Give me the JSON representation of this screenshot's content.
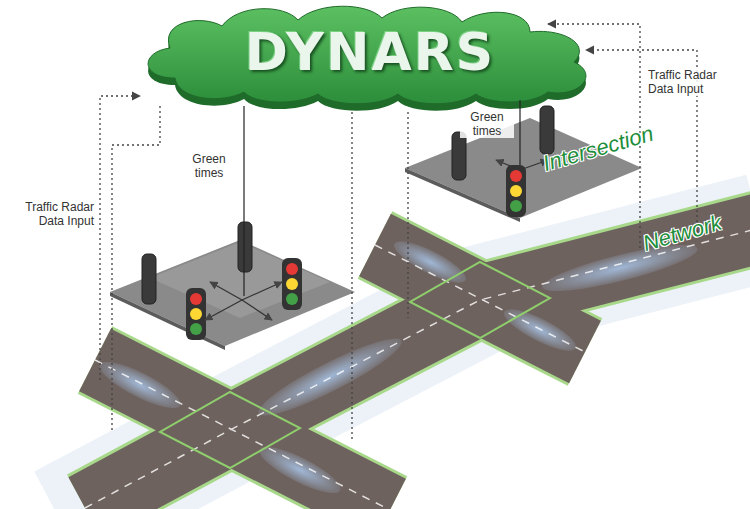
{
  "diagram": {
    "nodes": [
      {
        "text": [
          "DYNARS"
        ]
      }
    ],
    "labels": [
      "Traffic Radar Data Input",
      "Green times",
      "Green times",
      "Intersection",
      "Traffic Radar Data Input",
      "Network"
    ]
  }
}
